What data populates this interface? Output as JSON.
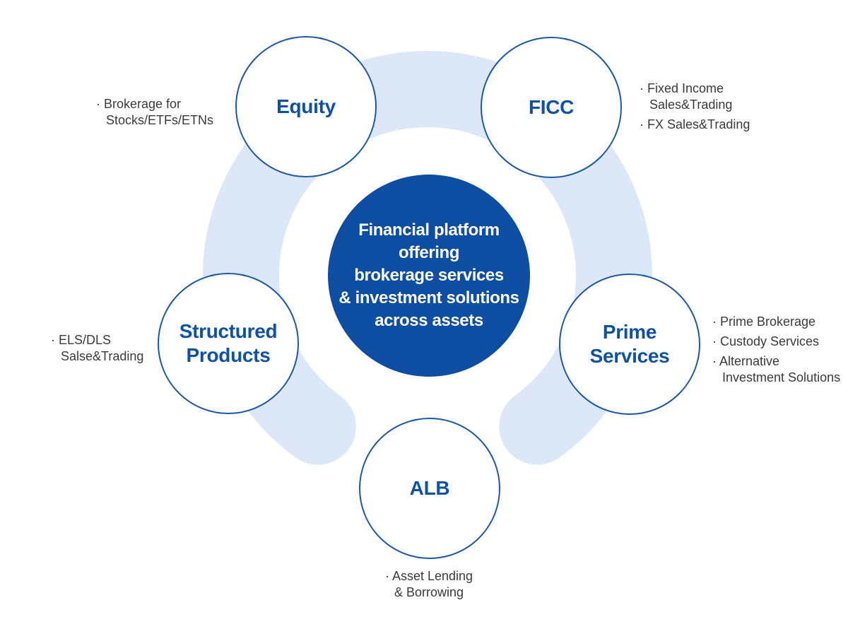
{
  "diagram": {
    "title": "Financial platform diagram",
    "center": {
      "label": "Financial platform\noffering\nbrokerage services\n& investment solutions\nacross assets"
    },
    "nodes": [
      {
        "id": "equity",
        "label": "Equity",
        "notes": [
          "· Brokerage for\nStocks/ETFs/ETNs"
        ]
      },
      {
        "id": "ficc",
        "label": "FICC",
        "notes": [
          "· Fixed Income\nSales&Trading",
          "· FX Sales&Trading"
        ]
      },
      {
        "id": "structured-products",
        "label": "Structured\nProducts",
        "notes": [
          "· ELS/DLS\nSalse&Trading"
        ]
      },
      {
        "id": "prime-services",
        "label": "Prime\nServices",
        "notes": [
          "· Prime Brokerage",
          "· Custody Services",
          "· Alternative\nInvestment Solutions"
        ]
      },
      {
        "id": "alb",
        "label": "ALB",
        "notes": [
          "· Asset Lending\n& Borrowing"
        ]
      }
    ],
    "colors": {
      "center_fill": "#0d4da2",
      "center_text": "#ffffff",
      "circle_border": "#1b57ac",
      "label_text": "#0f52a5",
      "ring": "#dce8f8",
      "note_text": "#3b3b3b"
    }
  }
}
